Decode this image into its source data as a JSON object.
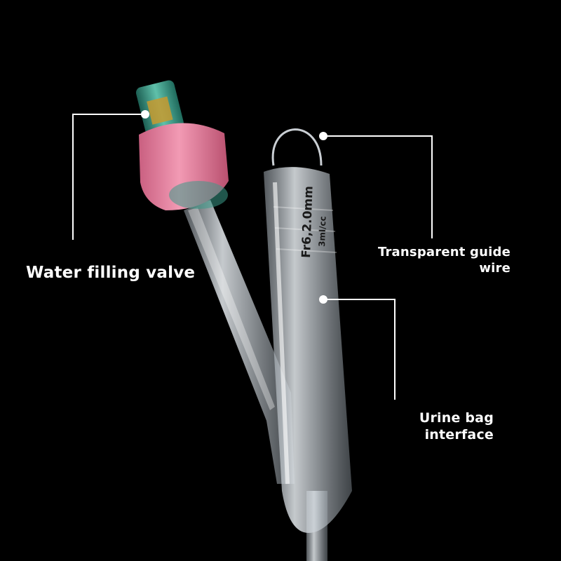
{
  "callouts": {
    "water_filling_valve": "Water filling valve",
    "transparent_guide_wire_line1": "Transparent guide",
    "transparent_guide_wire_line2": "wire",
    "urine_bag_interface_line1": "Urine bag",
    "urine_bag_interface_line2": "interface"
  },
  "product_markings": {
    "size": "Fr6,2.0mm",
    "capacity": "3ml/cc"
  },
  "colors": {
    "background": "#000000",
    "valve_cap": "#e8829f",
    "valve_tip": "#2f8f7c",
    "tube": "#d8dde2",
    "callout_line": "#ffffff"
  }
}
